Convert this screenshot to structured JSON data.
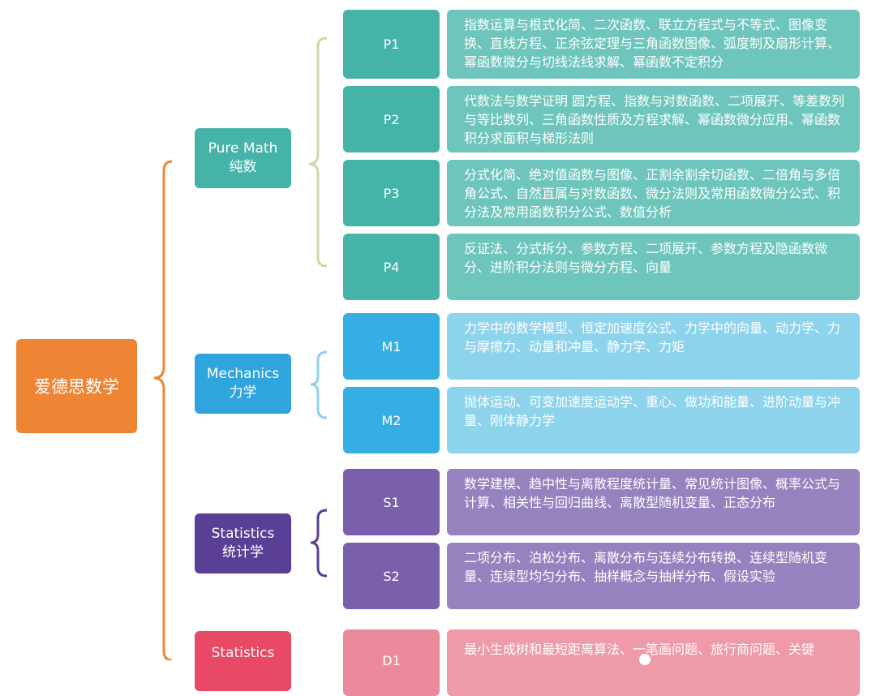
{
  "colors": {
    "root": "#ee8534",
    "pure_math": "#46b3a9",
    "pure_math_desc": "#6ec5bb",
    "pure_math_bracket": "#cbd8a8",
    "mechanics": "#30a5dd",
    "mechanics_module": "#35aee3",
    "mechanics_desc": "#8dd3ec",
    "mechanics_bracket": "#8fd1ea",
    "statistics": "#5a3f96",
    "statistics_module": "#7a60ac",
    "statistics_desc": "#9582bf",
    "decision": "#e84964",
    "decision_module": "#ea8a9b",
    "decision_desc": "#ee9aa8"
  },
  "root": {
    "label": "爱德思数学"
  },
  "categories": [
    {
      "id": "pure-math",
      "label_en": "Pure Math",
      "label_zh": "纯数",
      "modules": [
        {
          "code": "P1",
          "description": "指数运算与根式化简、二次函数、联立方程式与不等式、图像变换、直线方程、正余弦定理与三角函数图像、弧度制及扇形计算、幂函数微分与切线法线求解、幂函数不定积分"
        },
        {
          "code": "P2",
          "description": "代数法与数学证明 圆方程、指数与对数函数、二项展开、等差数列与等比数列、三角函数性质及方程求解、幂函数微分应用、幂函数积分求面积与梯形法则"
        },
        {
          "code": "P3",
          "description": "分式化简、绝对值函数与图像、正割余割余切函数、二倍角与多倍角公式、自然直属与对数函数、微分法则及常用函数微分公式、积分法及常用函数积分公式、数值分析"
        },
        {
          "code": "P4",
          "description": "反证法、分式拆分、参数方程、二项展开、参数方程及隐函数微分、进阶积分法则与微分方程、向量"
        }
      ]
    },
    {
      "id": "mechanics",
      "label_en": "Mechanics",
      "label_zh": "力学",
      "modules": [
        {
          "code": "M1",
          "description": "力学中的数学模型、恒定加速度公式、力学中的向量、动力学、力与摩擦力、动量和冲量、静力学、力矩"
        },
        {
          "code": "M2",
          "description": "抛体运动、可变加速度运动学、重心、做功和能量、进阶动量与冲量、刚体静力学"
        }
      ]
    },
    {
      "id": "statistics",
      "label_en": "Statistics",
      "label_zh": "统计学",
      "modules": [
        {
          "code": "S1",
          "description": "数学建模、趋中性与离散程度统计量、常见统计图像、概率公式与计算、相关性与回归曲线、离散型随机变量、正态分布"
        },
        {
          "code": "S2",
          "description": "二项分布、泊松分布、离散分布与连续分布转换、连续型随机变量、连续型均匀分布、抽样概念与抽样分布、假设实验"
        }
      ]
    },
    {
      "id": "decision",
      "label_en": "Statistics",
      "label_zh": "",
      "modules": [
        {
          "code": "D1",
          "description": "最小生成树和最短距离算法、一笔画问题、旅行商问题、关键"
        }
      ]
    }
  ]
}
